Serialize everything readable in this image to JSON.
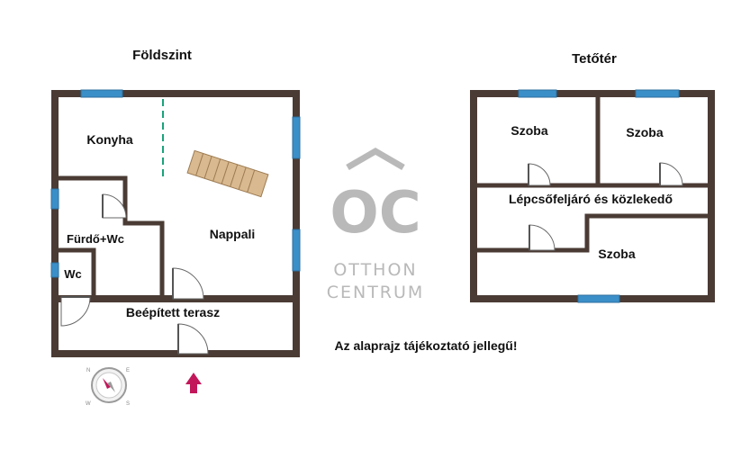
{
  "floors": {
    "ground": {
      "title": "Földszint",
      "rooms": {
        "kitchen": "Konyha",
        "living": "Nappali",
        "bath": "Fürdő+Wc",
        "wc": "Wc",
        "terrace": "Beépített terasz"
      }
    },
    "attic": {
      "title": "Tetőtér",
      "rooms": {
        "room1": "Szoba",
        "room2": "Szoba",
        "hall": "Lépcsőfeljáró és közlekedő",
        "room3": "Szoba"
      }
    }
  },
  "logo": {
    "mark": "OC",
    "line1": "OTTHON",
    "line2": "CENTRUM"
  },
  "disclaimer": "Az alaprajz tájékoztató jellegű!",
  "colors": {
    "wall": "#4a3b34",
    "window": "#3b8fc9",
    "entry_arrow": "#c2185b",
    "logo": "#b9b9b9",
    "divider": "#1aa37a"
  }
}
